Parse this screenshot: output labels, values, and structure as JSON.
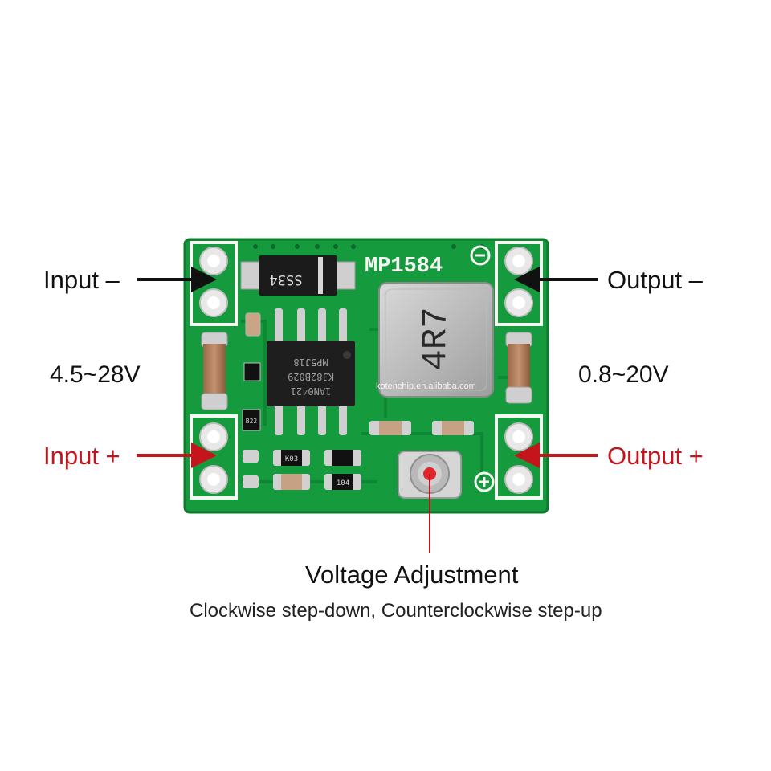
{
  "colors": {
    "pcb": "#159a3e",
    "pcb_dark": "#0d7a2e",
    "silk": "#f4f7f2",
    "accent_red": "#c4141c",
    "text_black": "#111111"
  },
  "board": {
    "chip_label": "MP1584",
    "diode_label": "SS34",
    "inductor_label": "4R7",
    "ic_lines": [
      "MP5J18",
      "KJ82B029",
      "1AN0421"
    ],
    "resistor_top": "K03",
    "resistor_bottom": "104",
    "cap_small": "B22",
    "minus_symbol": "−",
    "plus_symbol": "+",
    "watermark": "kotenchip.en.alibaba.com"
  },
  "labels": {
    "input_minus": "Input –",
    "output_minus": "Output –",
    "input_voltage": "4.5~28V",
    "output_voltage": "0.8~20V",
    "input_plus": "Input +",
    "output_plus": "Output +",
    "adjust_title": "Voltage Adjustment",
    "adjust_desc": "Clockwise step-down, Counterclockwise step-up"
  }
}
